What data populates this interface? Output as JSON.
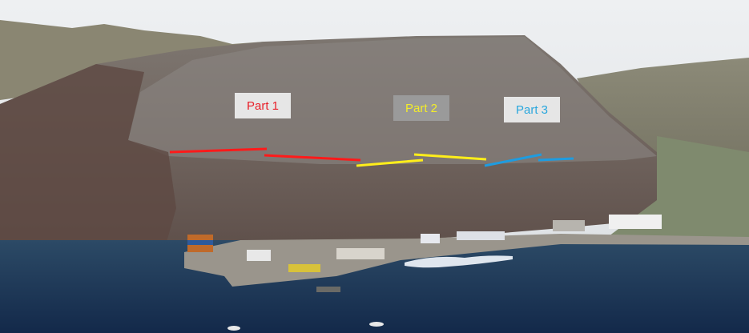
{
  "labels": [
    {
      "text": "Part 1",
      "color": "#e8202a",
      "background": "#e6e6e6"
    },
    {
      "text": "Part 2",
      "color": "#f2ec2a",
      "background": "#9a9a9a"
    },
    {
      "text": "Part 3",
      "color": "#2aa7dd",
      "background": "#e6e6e6"
    }
  ],
  "colors": {
    "part1": "#ff1a1a",
    "part2": "#ffee1a",
    "part3": "#1e9ce0"
  }
}
